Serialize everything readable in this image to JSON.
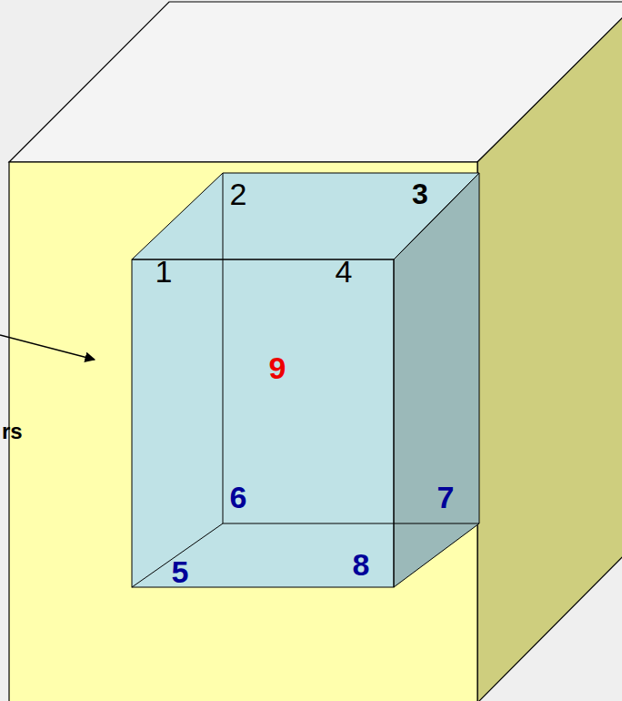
{
  "diagram": {
    "labels": [
      "2",
      "3",
      "1",
      "4",
      "9",
      "rs",
      "6",
      "7",
      "5",
      "8"
    ]
  }
}
